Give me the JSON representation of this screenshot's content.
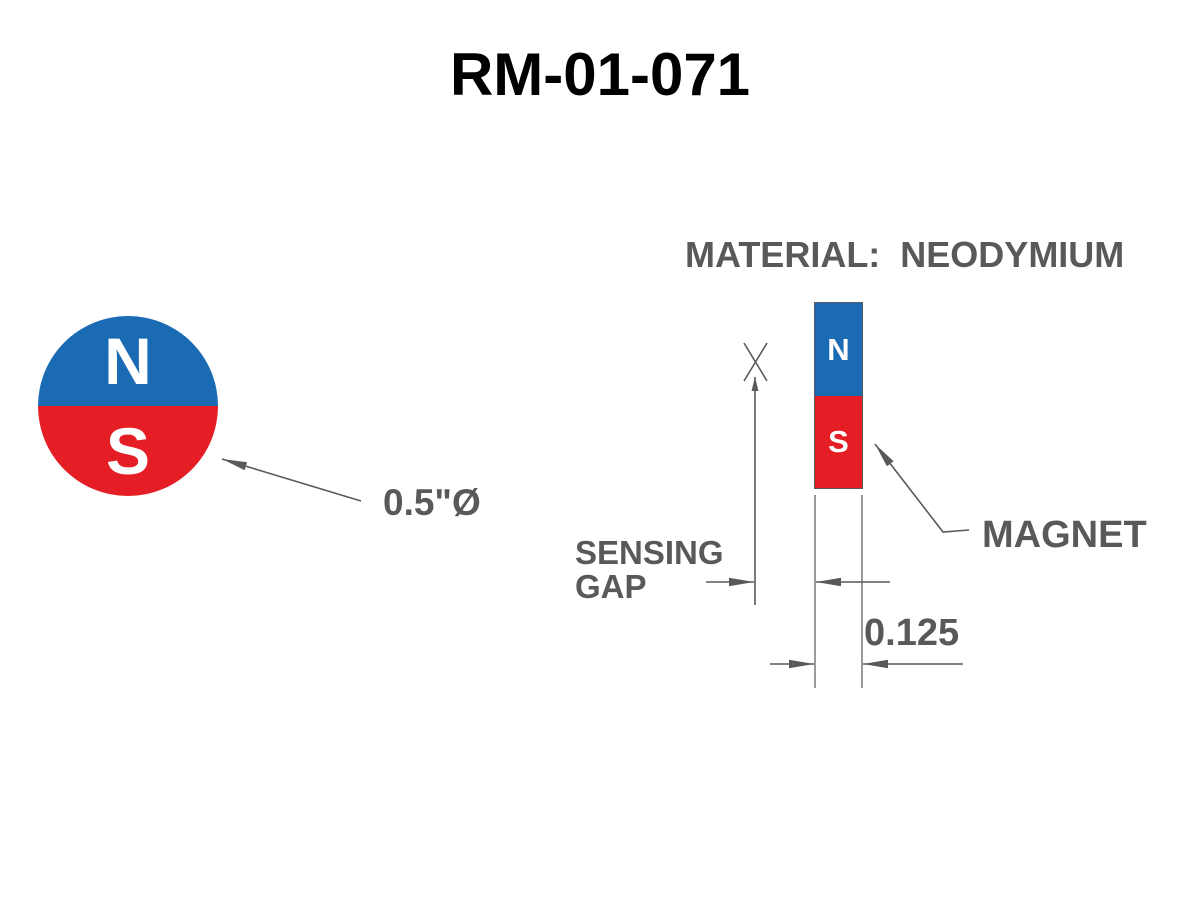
{
  "title": "RM-01-071",
  "material": {
    "label": "MATERIAL:  NEODYMIUM"
  },
  "front_view": {
    "north_label": "N",
    "south_label": "S",
    "diameter_label": "0.5\"Ø"
  },
  "side_view": {
    "north_label": "N",
    "south_label": "S"
  },
  "annotations": {
    "sensing_gap_line1": "SENSING",
    "sensing_gap_line2": "GAP",
    "magnet_label": "MAGNET",
    "thickness_label": "0.125"
  },
  "colors": {
    "north_pole_blue": "#1a6bb4",
    "south_pole_red": "#e51e25",
    "annotation_gray": "#58595b",
    "title_color": "#000000"
  }
}
